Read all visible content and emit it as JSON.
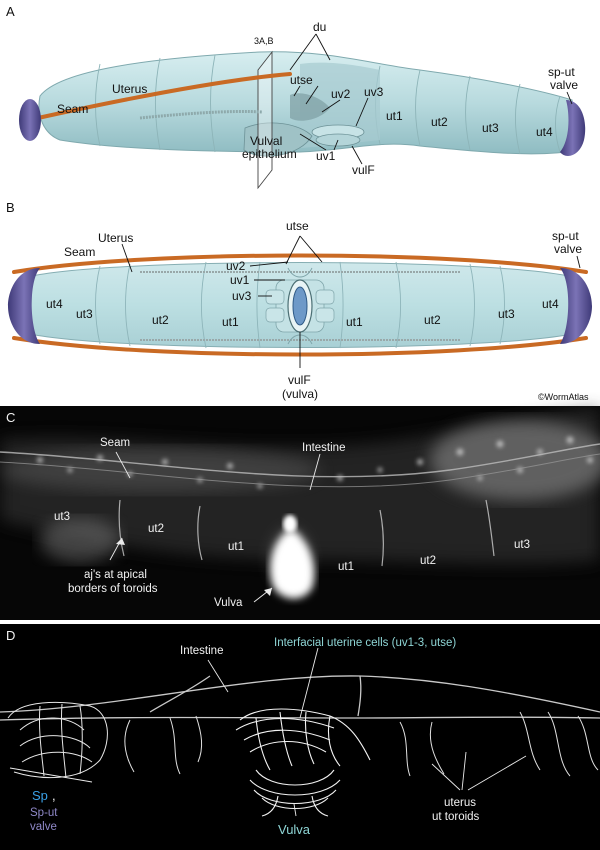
{
  "panels": {
    "a": {
      "letter": "A",
      "plane": "3A,B",
      "labels": {
        "uterus": "Uterus",
        "seam": "Seam",
        "du": "du",
        "utse": "utse",
        "uv2": "uv2",
        "uv3": "uv3",
        "uv1": "uv1",
        "vulval_epithelium_1": "Vulval",
        "vulval_epithelium_2": "epithelium",
        "vulF": "vulF",
        "ut1": "ut1",
        "ut2": "ut2",
        "ut3": "ut3",
        "ut4": "ut4",
        "sp_ut_valve_1": "sp-ut",
        "sp_ut_valve_2": "valve"
      }
    },
    "b": {
      "letter": "B",
      "labels": {
        "uterus": "Uterus",
        "seam": "Seam",
        "utse": "utse",
        "uv2": "uv2",
        "uv1": "uv1",
        "uv3": "uv3",
        "ut4_left": "ut4",
        "ut3_left": "ut3",
        "ut2_left": "ut2",
        "ut1_left": "ut1",
        "ut1_right": "ut1",
        "ut2_right": "ut2",
        "ut3_right": "ut3",
        "ut4_right": "ut4",
        "vulF_1": "vulF",
        "vulF_2": "(vulva)",
        "sp_ut_valve_1": "sp-ut",
        "sp_ut_valve_2": "valve",
        "copyright": "©WormAtlas"
      }
    },
    "c": {
      "letter": "C",
      "labels": {
        "seam": "Seam",
        "intestine": "Intestine",
        "ut3_left": "ut3",
        "ut2_left": "ut2",
        "ut1_left": "ut1",
        "ut1_right": "ut1",
        "ut2_right": "ut2",
        "ut3_right": "ut3",
        "ajs_1": "aj's at apical",
        "ajs_2": "borders of toroids",
        "vulva": "Vulva"
      }
    },
    "d": {
      "letter": "D",
      "labels": {
        "intestine": "Intestine",
        "interfacial": "Interfacial uterine cells (uv1-3, utse)",
        "sp": "Sp",
        "sp_comma": ",",
        "sp_ut_1": "Sp-ut",
        "sp_ut_2": "valve",
        "vulva": "Vulva",
        "uterus_1": "uterus",
        "uterus_2": "ut toroids"
      }
    }
  },
  "colors": {
    "uterus_fill": "#bfe0e3",
    "seam": "#c96a24",
    "valve": "#5b5591",
    "label_sp": "#3aa0e6",
    "label_sp_ut": "#8f88c8",
    "label_cyan": "#8fd6d6"
  }
}
